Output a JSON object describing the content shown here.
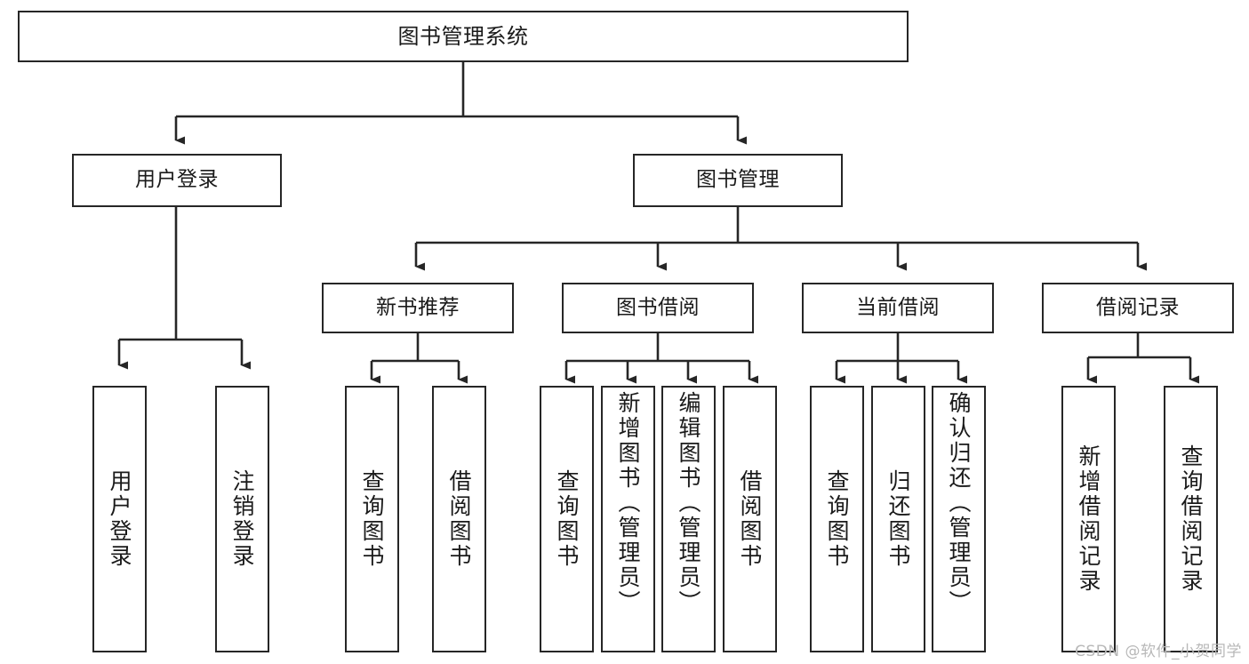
{
  "diagram": {
    "title": "图书管理系统",
    "type": "tree-structure-chart",
    "watermark": "CSDN @软件_小贺同学",
    "colors": {
      "stroke": "#262626",
      "text": "#1a1a1a",
      "background": "#ffffff",
      "watermark": "#b8b8b8"
    },
    "root": {
      "label": "图书管理系统"
    },
    "level1": [
      {
        "label": "用户登录"
      },
      {
        "label": "图书管理"
      }
    ],
    "level2": [
      {
        "label": "新书推荐"
      },
      {
        "label": "图书借阅"
      },
      {
        "label": "当前借阅"
      },
      {
        "label": "借阅记录"
      }
    ],
    "leaves": {
      "user_login": [
        {
          "label": "用户登录"
        },
        {
          "label": "注销登录"
        }
      ],
      "new_book": [
        {
          "label": "查询图书"
        },
        {
          "label": "借阅图书"
        }
      ],
      "book_borrow": [
        {
          "label": "查询图书"
        },
        {
          "label": "新增图书（管理员）"
        },
        {
          "label": "编辑图书（管理员）"
        },
        {
          "label": "借阅图书"
        }
      ],
      "current_borrow": [
        {
          "label": "查询图书"
        },
        {
          "label": "归还图书"
        },
        {
          "label": "确认归还（管理员）"
        }
      ],
      "borrow_record": [
        {
          "label": "新增借阅记录"
        },
        {
          "label": "查询借阅记录"
        }
      ]
    }
  }
}
